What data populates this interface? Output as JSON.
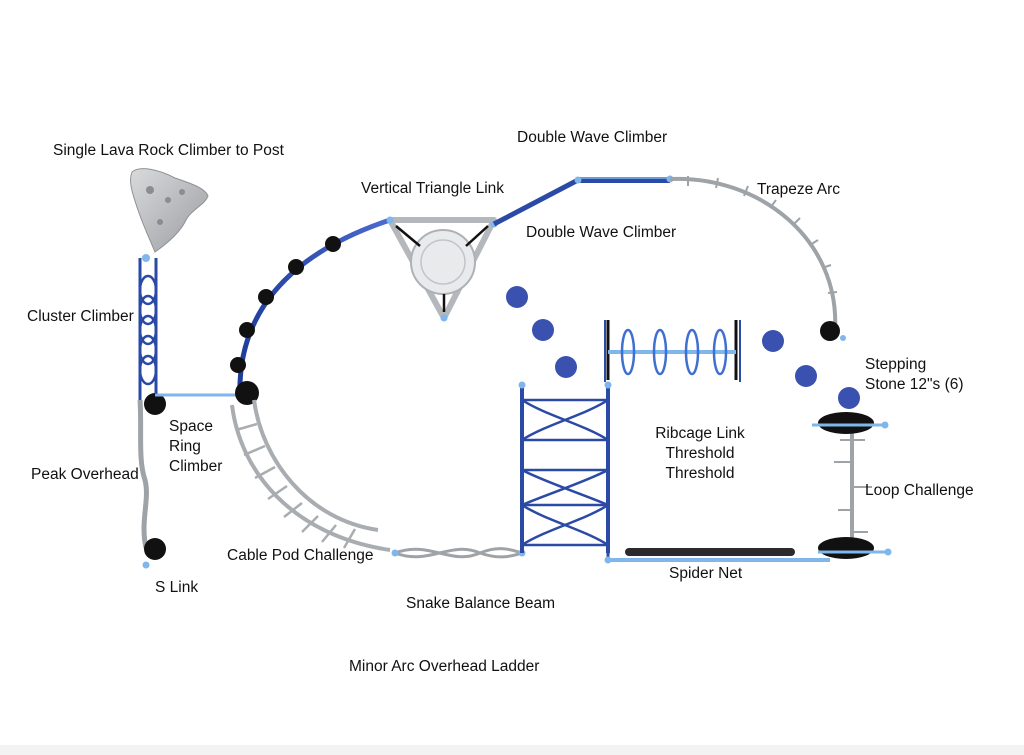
{
  "diagram": {
    "labels": {
      "lava_rock": "Single Lava Rock Climber to Post",
      "double_wave_top": "Double Wave Climber",
      "vertical_triangle": "Vertical Triangle Link",
      "trapeze_arc": "Trapeze Arc",
      "double_wave_mid": "Double Wave Climber",
      "cluster_climber": "Cluster Climber",
      "stepping_stone_line1": "Stepping",
      "stepping_stone_line2": "Stone 12\"s (6)",
      "space_ring_line1": "Space",
      "space_ring_line2": "Ring",
      "space_ring_line3": "Climber",
      "ribcage_line1": "Ribcage Link",
      "ribcage_line2": "Threshold",
      "ribcage_line3": "Threshold",
      "peak_overhead": "Peak Overhead",
      "loop_challenge": "Loop Challenge",
      "cable_pod": "Cable Pod Challenge",
      "spider_net": "Spider Net",
      "s_link": "S Link",
      "snake_beam": "Snake Balance Beam",
      "minor_arc": "Minor Arc Overhead Ladder"
    },
    "colors": {
      "blue_component": "#2a4aa6",
      "blue_light": "#7fb6ec",
      "silver": "#9ea3a8",
      "silver_light": "#c9ccd0",
      "post_black": "#111111",
      "stone_blue": "#3a51b0"
    }
  }
}
